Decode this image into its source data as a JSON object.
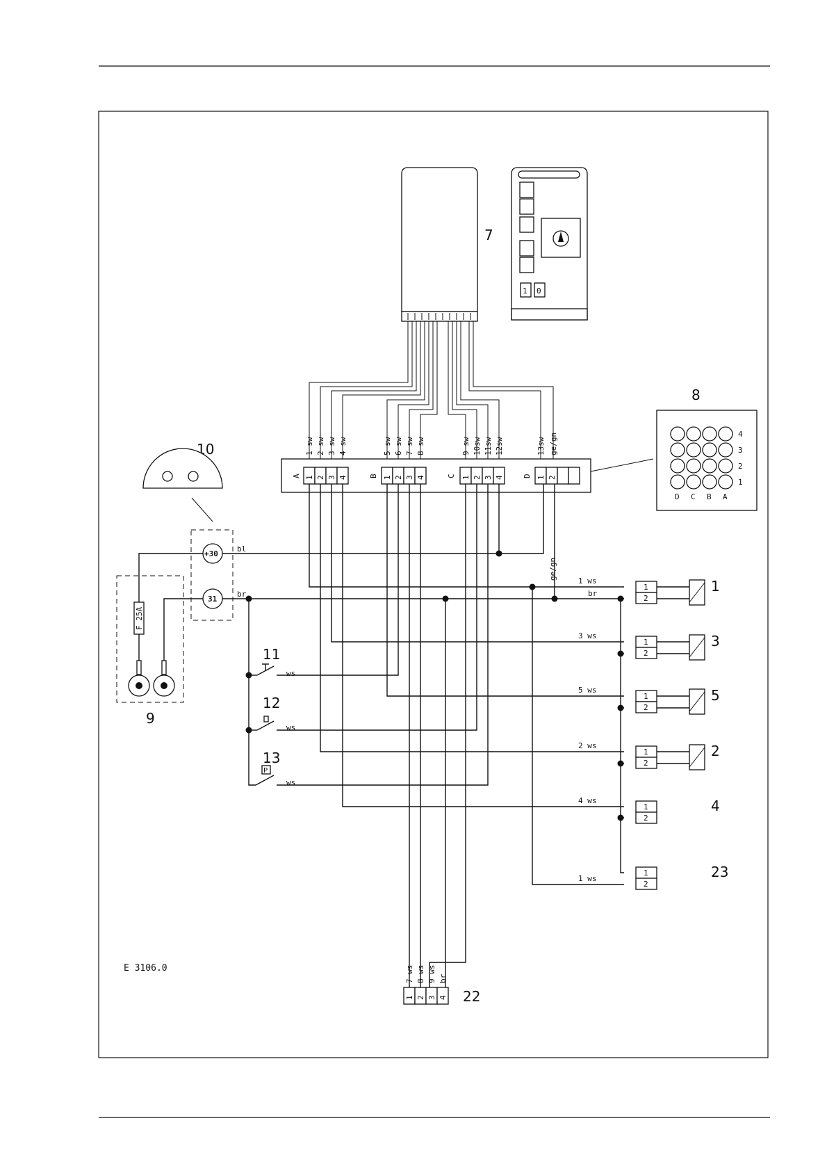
{
  "drawing_code": "E 3106.0",
  "components": {
    "c1": "1",
    "c2": "2",
    "c3": "3",
    "c4": "4",
    "c5": "5",
    "c7": "7",
    "c8": "8",
    "c9": "9",
    "c10": "10",
    "c11": "11",
    "c12": "12",
    "c13": "13",
    "c22": "22",
    "c23": "23"
  },
  "terminals": {
    "plus30": "+30",
    "t31": "31"
  },
  "fuse": "F 25A",
  "control_panel": {
    "btn_1": "1",
    "btn_0": "0"
  },
  "connector": {
    "groups": [
      "A",
      "B",
      "C",
      "D"
    ],
    "pins_A": [
      "1",
      "2",
      "3",
      "4"
    ],
    "pins_B": [
      "1",
      "2",
      "3",
      "4"
    ],
    "pins_C": [
      "1",
      "2",
      "3",
      "4"
    ],
    "pins_D": [
      "1",
      "2"
    ],
    "wire_labels": [
      "1 sw",
      "2 sw",
      "3 sw",
      "4 sw",
      "5 sw",
      "6 sw",
      "7 sw",
      "8 sw",
      "9 sw",
      "10sw",
      "11sw",
      "12sw",
      "13sw",
      "ge/gn"
    ]
  },
  "socket_grid": {
    "rows": [
      "4",
      "3",
      "2",
      "1"
    ],
    "cols": [
      "D",
      "C",
      "B",
      "A"
    ]
  },
  "wires": {
    "bl": "bl",
    "br": "br",
    "ws": "ws",
    "ge_gn": "ge/gn",
    "ws1": "1 ws",
    "ws3": "3 ws",
    "ws5": "5 ws",
    "ws2": "2 ws",
    "ws4": "4 ws",
    "ws1b": "1 ws",
    "br2": "br"
  },
  "plug_pins": [
    "1",
    "2"
  ],
  "plug22": {
    "pins": [
      "1",
      "2",
      "3",
      "4"
    ],
    "labels": [
      "7 ws",
      "8 ws",
      "9 ws",
      "br"
    ]
  }
}
